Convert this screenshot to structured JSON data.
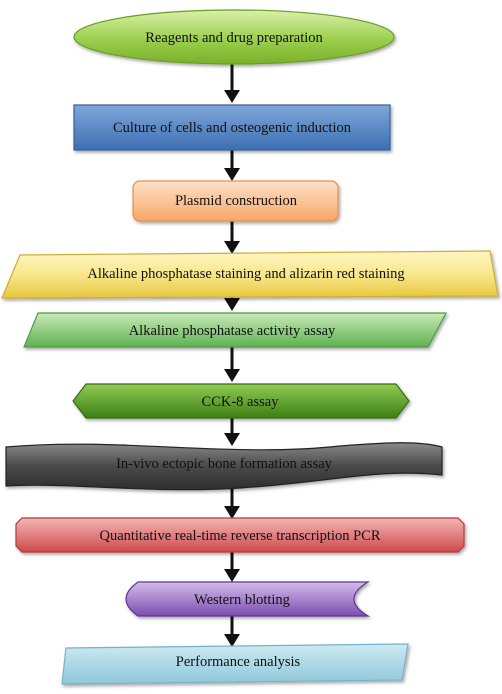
{
  "steps": [
    {
      "label": "Reagents and drug preparation",
      "color": "#8cc63f"
    },
    {
      "label": "Culture of cells and osteogenic induction",
      "color": "#4f81bd"
    },
    {
      "label": "Plasmid construction",
      "color": "#f9b986"
    },
    {
      "label": "Alkaline phosphatase staining and alizarin red staining",
      "color": "#f2dc6b"
    },
    {
      "label": "Alkaline phosphatase activity assay",
      "color": "#77bf6c"
    },
    {
      "label": "CCK-8 assay",
      "color": "#4e9a1b"
    },
    {
      "label": "In-vivo ectopic bone formation assay",
      "color": "#4a4a4a"
    },
    {
      "label": "Quantitative real-time reverse transcription PCR",
      "color": "#d9585a"
    },
    {
      "label": "Western blotting",
      "color": "#8c5ebd"
    },
    {
      "label": "Performance analysis",
      "color": "#92cddc"
    }
  ]
}
